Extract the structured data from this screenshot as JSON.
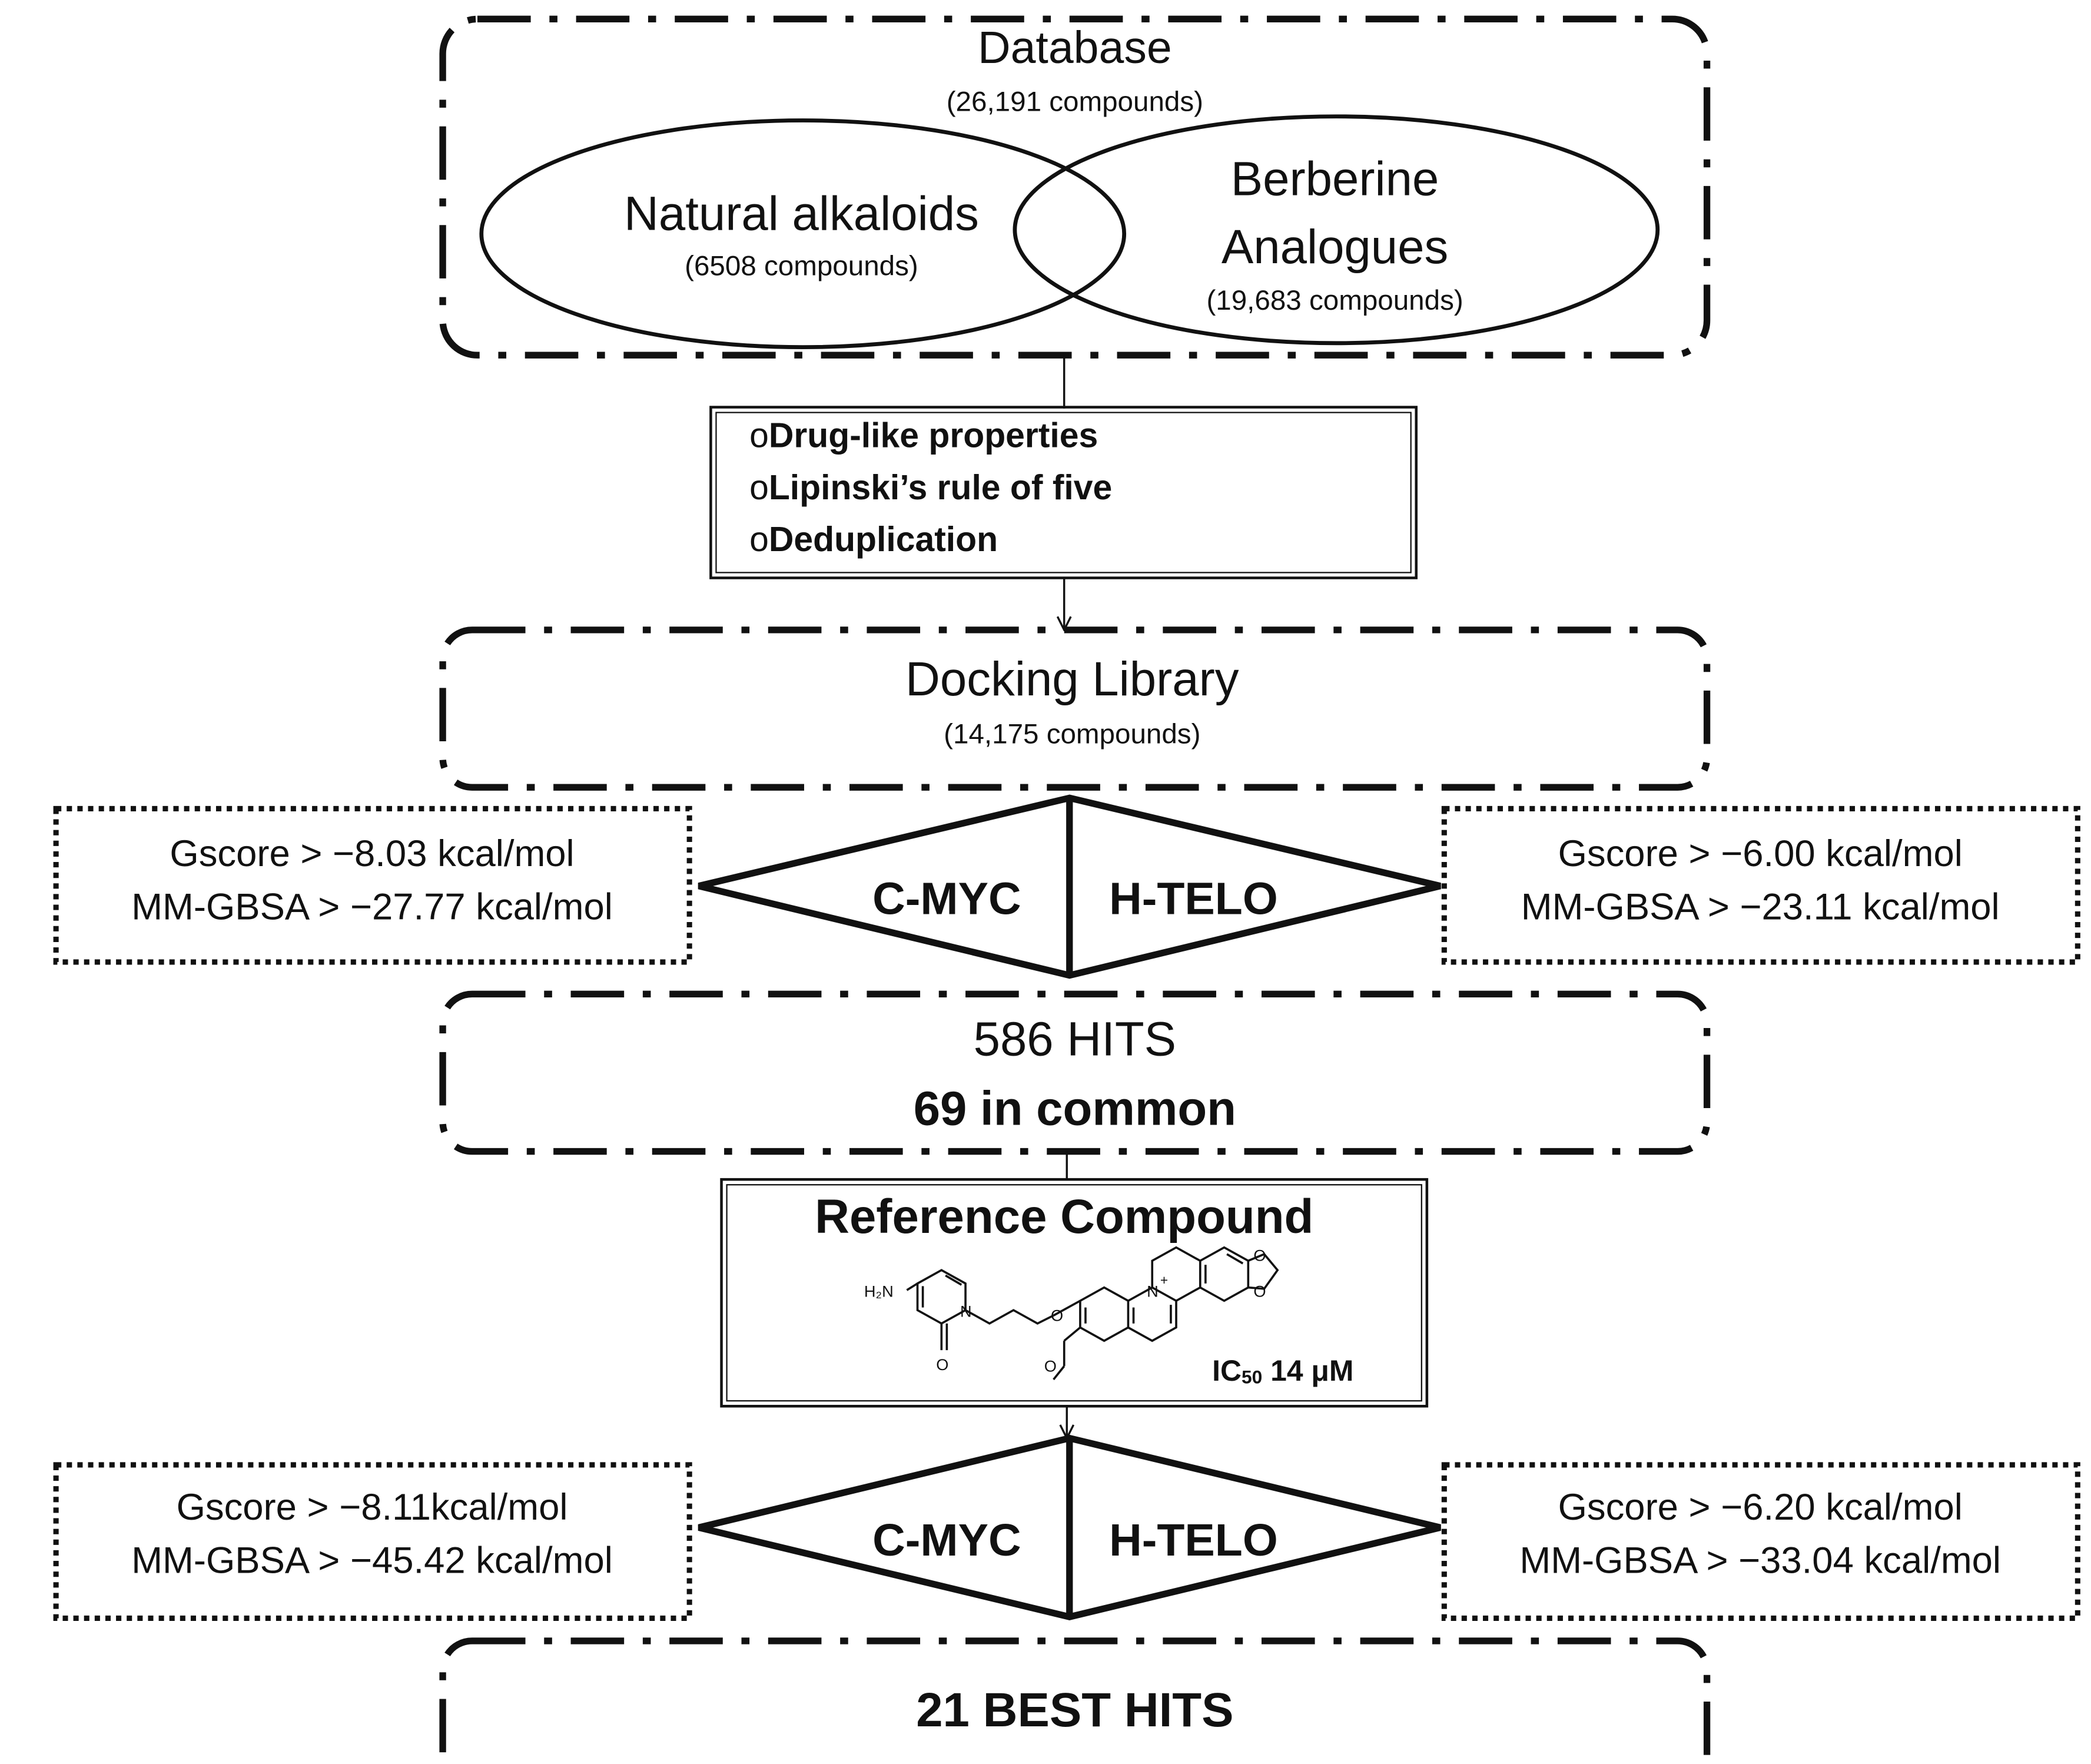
{
  "database": {
    "title": "Database",
    "count": "(26,191 compounds)",
    "natural": {
      "title": "Natural alkaloids",
      "count": "(6508 compounds)"
    },
    "berberine": {
      "title_line1": "Berberine",
      "title_line2": "Analogues",
      "count": "(19,683 compounds)"
    }
  },
  "filters": {
    "bullet": "o",
    "items": [
      "Drug-like properties",
      "Lipinski’s rule of five",
      "Deduplication"
    ]
  },
  "docking_library": {
    "title": "Docking Library",
    "count": "(14,175 compounds)"
  },
  "screen1": {
    "left_label": "C-MYC",
    "right_label": "H-TELO",
    "left_criteria": [
      "Gscore > −8.03 kcal/mol",
      "MM-GBSA > −27.77 kcal/mol"
    ],
    "right_criteria": [
      "Gscore > −6.00 kcal/mol",
      "MM-GBSA > −23.11 kcal/mol"
    ]
  },
  "hits": {
    "line1": "586 HITS",
    "line2": "69 in common"
  },
  "reference": {
    "title": "Reference Compound",
    "ic50_prefix": "IC",
    "ic50_sub": "50",
    "ic50_value": " 14 μM",
    "atoms": {
      "amine": "H₂N",
      "n": "N",
      "n_plus": "N",
      "plus": "+",
      "o": "O"
    }
  },
  "screen2": {
    "left_label": "C-MYC",
    "right_label": "H-TELO",
    "left_criteria": [
      "Gscore > −8.11kcal/mol",
      "MM-GBSA > −45.42 kcal/mol"
    ],
    "right_criteria": [
      "Gscore > −6.20 kcal/mol",
      "MM-GBSA > −33.04 kcal/mol"
    ]
  },
  "best": {
    "label": "21 BEST HITS"
  },
  "colors": {
    "ink": "#111111",
    "background": "#ffffff"
  }
}
